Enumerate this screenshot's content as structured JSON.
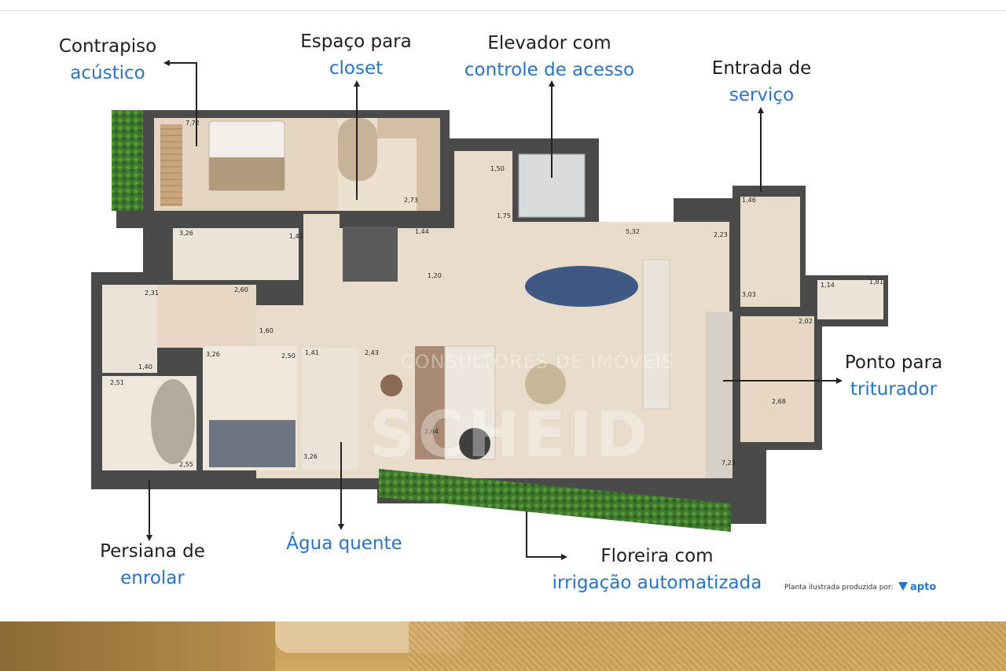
{
  "labels": {
    "contrapiso": {
      "line1": "Contrapiso",
      "line2": "acústico"
    },
    "closet": {
      "line1": "Espaço para",
      "line2": "closet"
    },
    "elevador": {
      "line1": "Elevador com",
      "line2": "controle de acesso"
    },
    "servico": {
      "line1": "Entrada de",
      "line2": "serviço"
    },
    "triturador": {
      "line1": "Ponto para",
      "line2": "triturador"
    },
    "persiana": {
      "line1": "Persiana de",
      "line2": "enrolar"
    },
    "agua": {
      "line1": "Água quente"
    },
    "floreira": {
      "line1": "Floreira com",
      "line2": "irrigação automatizada"
    }
  },
  "dimensions": [
    "7,72",
    "2,73",
    "1,50",
    "1,75",
    "5,32",
    "2,23",
    "1,46",
    "3,26",
    "1,41",
    "1,44",
    "1,20",
    "2,31",
    "2,60",
    "3,03",
    "1,81",
    "1,14",
    "2,02",
    "1,60",
    "2,50",
    "1,41",
    "2,43",
    "3,26",
    "1,40",
    "2,51",
    "2,55",
    "3,26",
    "2,64",
    "2,68",
    "7,23"
  ],
  "watermark": {
    "line1": "SCHEID",
    "line2": "CONSULTORES DE IMÓVEIS"
  },
  "credit": {
    "text": "Planta ilustrada produzida por:",
    "brand": "apto"
  },
  "colors": {
    "accent": "#2a73c5",
    "wall": "#4a4a4a",
    "floor": "#e9dccb",
    "plant": "#3f7a2e"
  }
}
